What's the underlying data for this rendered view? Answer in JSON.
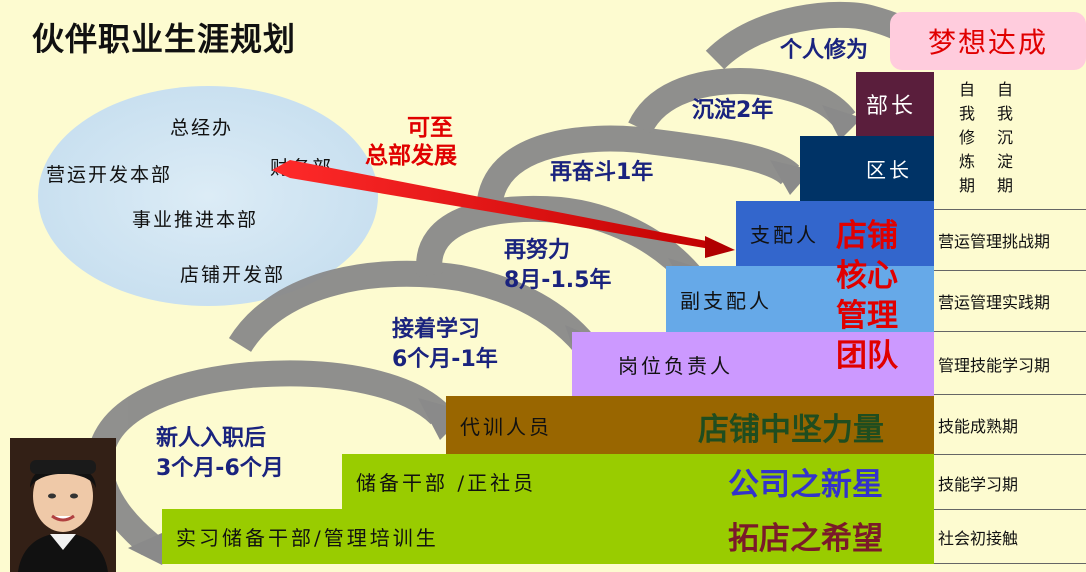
{
  "title": "伙伴职业生涯规划",
  "departments": [
    "总经办",
    "营运开发本部",
    "财务部",
    "事业推进本部",
    "店铺开发部"
  ],
  "to_hq": [
    "可至",
    "总部发展"
  ],
  "dream": "梦想达成",
  "steps": [
    {
      "label": "实习储备干部/管理培训生",
      "color": "#99cc00"
    },
    {
      "label": "储备干部 /正社员",
      "color": "#99cc00"
    },
    {
      "label": "代训人员",
      "color": "#996600"
    },
    {
      "label": "岗位负责人",
      "color": "#cc99ff"
    },
    {
      "label": "副支配人",
      "color": "#66a9e8"
    },
    {
      "label": "支配人",
      "color": "#3366cc"
    },
    {
      "label": "区长",
      "color": "#003366"
    },
    {
      "label": "部长",
      "color": "#5a1e3c"
    }
  ],
  "slogans": {
    "s1": "拓店之希望",
    "s2": "公司之新星",
    "s3": "店铺中坚力量",
    "core": [
      "店铺",
      "核心",
      "管理",
      "团队"
    ]
  },
  "phases": [
    "社会初接触",
    "技能学习期",
    "技能成熟期",
    "管理技能学习期",
    "营运管理实践期",
    "营运管理挑战期"
  ],
  "self_cols": [
    [
      "自",
      "我",
      "修",
      "炼",
      "期"
    ],
    [
      "自",
      "我",
      "沉",
      "淀",
      "期"
    ]
  ],
  "stage_texts": {
    "t1": [
      "新人入职后",
      "3个月-6个月"
    ],
    "t2": [
      "接着学习",
      "6个月-1年"
    ],
    "t3": [
      "再努力",
      "8月-1.5年"
    ],
    "t4": "再奋斗1年",
    "t5": "沉淀2年",
    "t6": "个人修为"
  }
}
